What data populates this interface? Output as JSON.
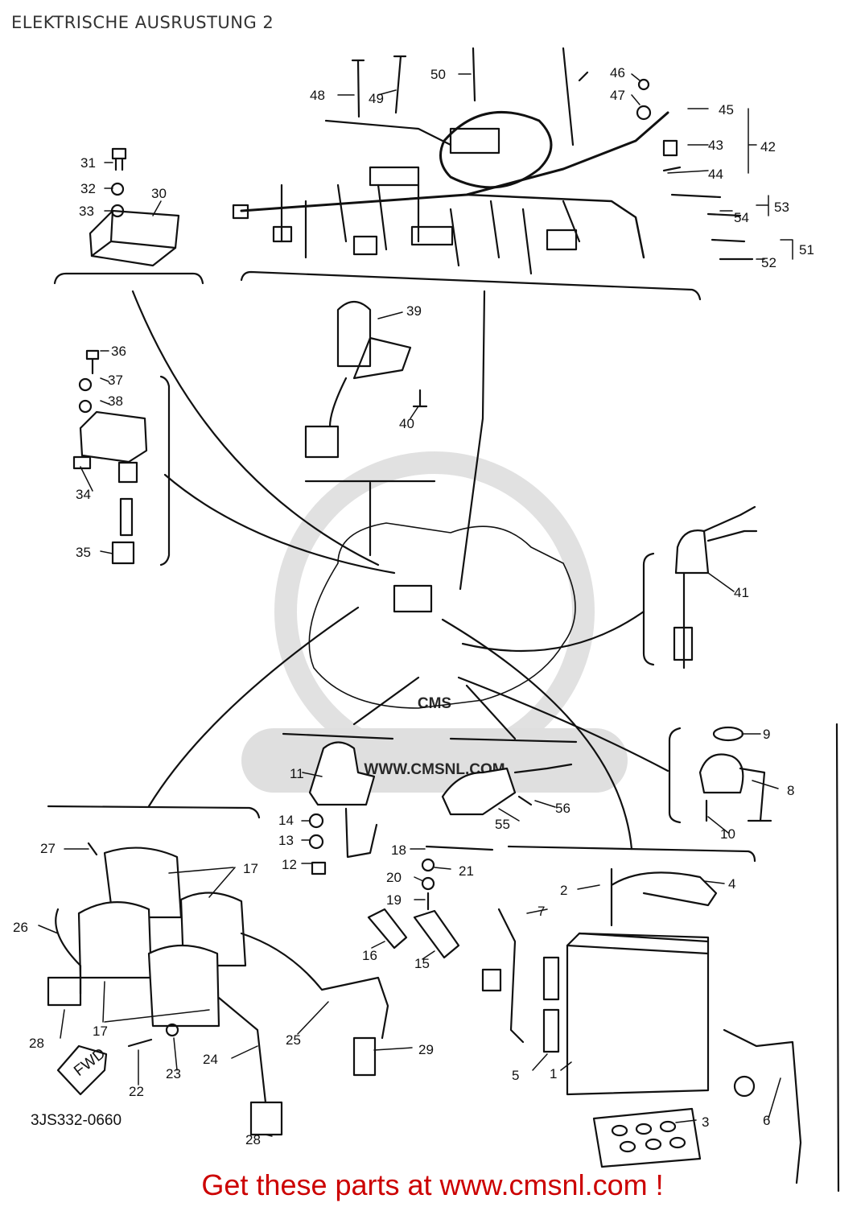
{
  "page": {
    "title": "ELEKTRISCHE AUSRUSTUNG 2"
  },
  "diagram": {
    "reference_code": "3JS332-0660",
    "watermark": {
      "logo": "CMS",
      "url": "WWW.CMSNL.COM"
    },
    "arrow_label": "FWD",
    "callouts": [
      "1",
      "2",
      "3",
      "4",
      "5",
      "6",
      "7",
      "8",
      "9",
      "10",
      "11",
      "12",
      "13",
      "14",
      "15",
      "16",
      "17",
      "18",
      "19",
      "20",
      "21",
      "22",
      "23",
      "24",
      "25",
      "26",
      "27",
      "28",
      "29",
      "30",
      "31",
      "32",
      "33",
      "34",
      "35",
      "36",
      "37",
      "38",
      "39",
      "40",
      "41",
      "42",
      "43",
      "44",
      "45",
      "46",
      "47",
      "48",
      "49",
      "50",
      "51",
      "52",
      "53",
      "54",
      "55",
      "56"
    ]
  },
  "footer": {
    "text": "Get these parts at www.cmsnl.com !"
  },
  "colors": {
    "line": "#111111",
    "footer": "#cc0000",
    "watermark": "#d6d6d6"
  }
}
